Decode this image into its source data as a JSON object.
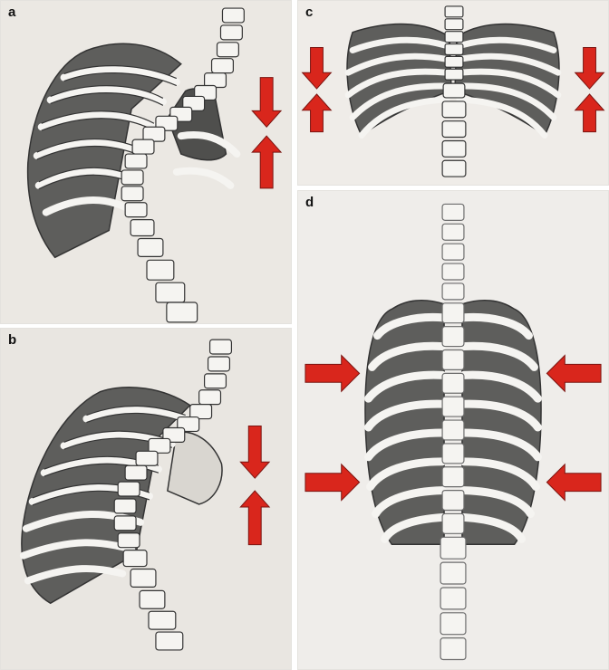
{
  "panels": [
    {
      "label": "a"
    },
    {
      "label": "b"
    },
    {
      "label": "c"
    },
    {
      "label": "d"
    }
  ],
  "colors": {
    "arrow": "#d9261c",
    "lung_shading": "#5a5a58",
    "outline": "#3a3a3a",
    "bone": "#f5f4f1"
  },
  "icons": [
    "arrow-down-icon",
    "arrow-up-icon",
    "arrow-right-icon",
    "arrow-left-icon"
  ]
}
